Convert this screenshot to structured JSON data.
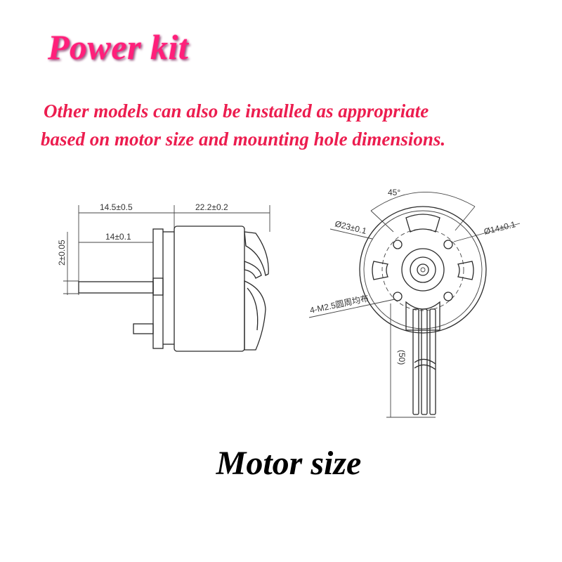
{
  "title": "Power kit",
  "note_line1": "Other models can also be installed as appropriate",
  "note_line2": "based on motor size and mounting hole dimensions.",
  "caption": "Motor size",
  "side_view": {
    "dim_total_shaft": "14.5±0.5",
    "dim_body_length": "22.2±0.2",
    "dim_shaft_length": "14±0.1",
    "dim_shaft_dia": "2±0.05"
  },
  "front_view": {
    "dim_angle": "45°",
    "dim_outer_dia": "Ø23±0.1",
    "dim_hole_circle": "Ø14±0.1",
    "dim_holes": "4-M2.5圆周均布",
    "dim_wire_length": "(50)"
  },
  "colors": {
    "title": "#ff1f7a",
    "note": "#ec1d4f",
    "caption": "#000000"
  }
}
